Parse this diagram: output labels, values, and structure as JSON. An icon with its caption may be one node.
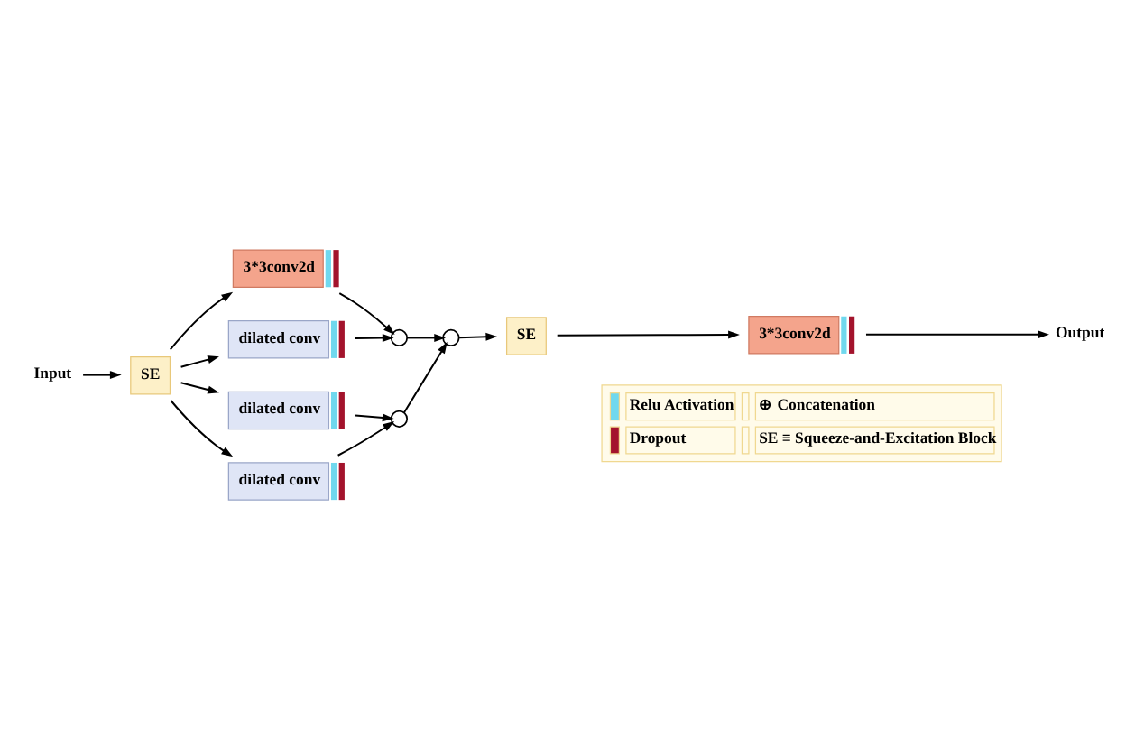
{
  "diagram": {
    "nodes": [
      {
        "text": [
          "Input"
        ]
      },
      {
        "text": [
          "SE"
        ]
      },
      {
        "text": [
          "3*3conv2d"
        ]
      },
      {
        "text": [
          "dilated conv"
        ]
      },
      {
        "text": [
          "dilated conv"
        ]
      },
      {
        "text": [
          "dilated conv"
        ]
      },
      {
        "text": [],
        "shape": "circle"
      },
      {
        "text": [],
        "shape": "circle"
      },
      {
        "text": [],
        "shape": "circle"
      },
      {
        "text": [
          "SE"
        ]
      },
      {
        "text": [
          "3*3conv2d"
        ]
      },
      {
        "text": [
          "Output"
        ]
      }
    ],
    "edges": [
      {
        "from": 0,
        "to": 1,
        "arrow": "to"
      },
      {
        "from": 1,
        "to": 2,
        "arrow": "to"
      },
      {
        "from": 1,
        "to": 3,
        "arrow": "to"
      },
      {
        "from": 1,
        "to": 4,
        "arrow": "to"
      },
      {
        "from": 1,
        "to": 5,
        "arrow": "to"
      },
      {
        "from": 2,
        "to": 6,
        "arrow": "to"
      },
      {
        "from": 3,
        "to": 6,
        "arrow": "to"
      },
      {
        "from": 4,
        "to": 7,
        "arrow": "to"
      },
      {
        "from": 5,
        "to": 7,
        "arrow": "to"
      },
      {
        "from": 6,
        "to": 8,
        "arrow": "to"
      },
      {
        "from": 7,
        "to": 8,
        "arrow": "to"
      },
      {
        "from": 8,
        "to": 9,
        "arrow": "to"
      },
      {
        "from": 9,
        "to": 10,
        "arrow": "to"
      },
      {
        "from": 10,
        "to": 11,
        "arrow": "to"
      }
    ],
    "legend": [
      {
        "text": "Relu Activation",
        "color": "#70d8ee"
      },
      {
        "text": "⊕ Concatenation"
      },
      {
        "text": "Dropout",
        "color": "#a3132c"
      },
      {
        "text": "SE ≡ Squeeze-and-Excitation Block"
      }
    ]
  }
}
